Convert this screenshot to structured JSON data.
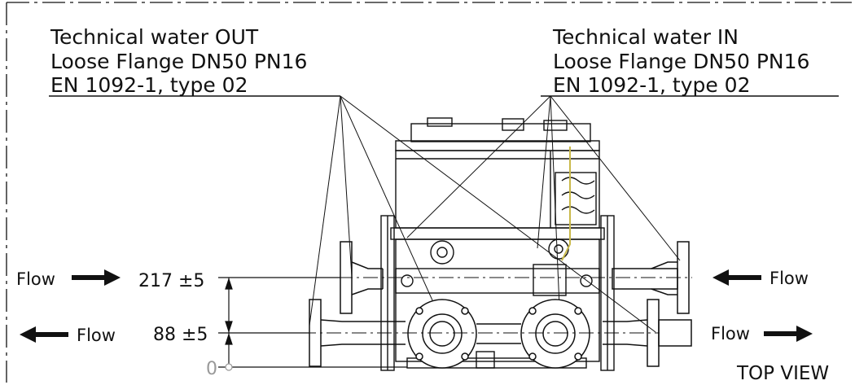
{
  "callouts": {
    "out": {
      "line1": "Technical water OUT",
      "line2": "Loose Flange DN50 PN16",
      "line3": "EN 1092-1, type 02"
    },
    "in": {
      "line1": "Technical water IN",
      "line2": "Loose Flange DN50 PN16",
      "line3": "EN 1092-1, type 02"
    }
  },
  "dimensions": {
    "upper": "217 ±5",
    "lower": "88 ±5",
    "zero": "0"
  },
  "flow_labels": {
    "left_upper": "Flow",
    "left_lower": "Flow",
    "right_upper": "Flow",
    "right_lower": "Flow"
  },
  "view_label": "TOP VIEW",
  "colors": {
    "line": "#111111",
    "zero_gray": "#999999",
    "accent_pipe": "#c9b94a"
  }
}
